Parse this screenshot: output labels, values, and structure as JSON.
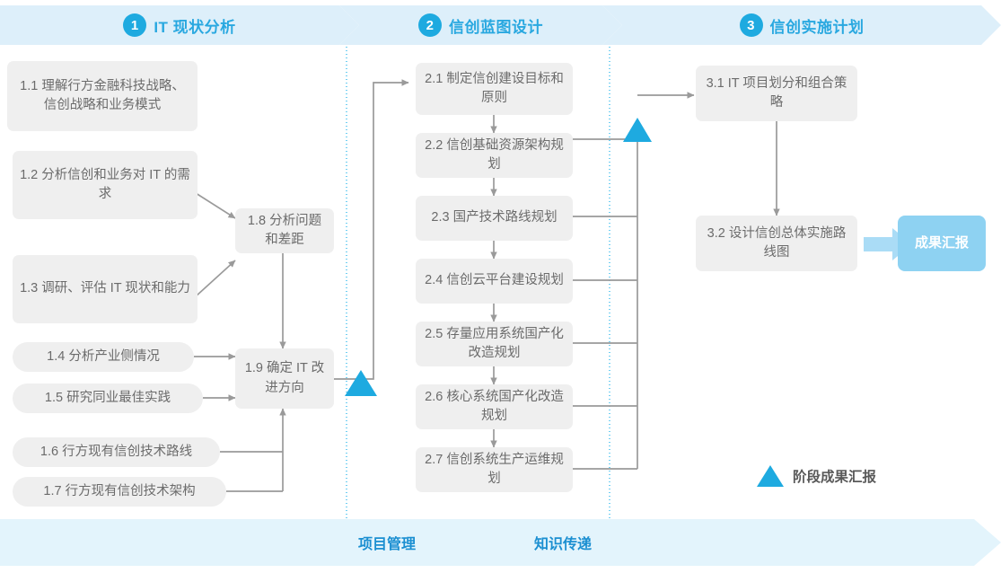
{
  "phases": [
    {
      "number": "1",
      "title": "IT 现状分析"
    },
    {
      "number": "2",
      "title": "信创蓝图设计"
    },
    {
      "number": "3",
      "title": "信创实施计划"
    }
  ],
  "phase1_nodes": [
    {
      "id": "1.1",
      "text": "1.1 理解行方金融科技战略、信创战略和业务模式"
    },
    {
      "id": "1.2",
      "text": "1.2 分析信创和业务对 IT 的需求"
    },
    {
      "id": "1.3",
      "text": "1.3 调研、评估 IT 现状和能力"
    },
    {
      "id": "1.4",
      "text": "1.4 分析产业侧情况"
    },
    {
      "id": "1.5",
      "text": "1.5 研究同业最佳实践"
    },
    {
      "id": "1.6",
      "text": "1.6 行方现有信创技术路线"
    },
    {
      "id": "1.7",
      "text": "1.7 行方现有信创技术架构"
    },
    {
      "id": "1.8",
      "text": "1.8 分析问题和差距"
    },
    {
      "id": "1.9",
      "text": "1.9 确定 IT 改进方向"
    }
  ],
  "phase2_nodes": [
    {
      "id": "2.1",
      "text": "2.1 制定信创建设目标和原则"
    },
    {
      "id": "2.2",
      "text": "2.2 信创基础资源架构规划"
    },
    {
      "id": "2.3",
      "text": "2.3 国产技术路线规划"
    },
    {
      "id": "2.4",
      "text": "2.4 信创云平台建设规划"
    },
    {
      "id": "2.5",
      "text": "2.5 存量应用系统国产化改造规划"
    },
    {
      "id": "2.6",
      "text": "2.6 核心系统国产化改造规划"
    },
    {
      "id": "2.7",
      "text": "2.7 信创系统生产运维规划"
    }
  ],
  "phase3_nodes": [
    {
      "id": "3.1",
      "text": "3.1 IT 项目划分和组合策略"
    },
    {
      "id": "3.2",
      "text": "3.2 设计信创总体实施路线图"
    }
  ],
  "result_badge": {
    "text": "成果汇报"
  },
  "legend": {
    "label": "阶段成果汇报",
    "marker": "triangle-marker"
  },
  "bottom_band": {
    "labels": [
      "项目管理",
      "知识传递"
    ]
  },
  "colors": {
    "accent": "#1eaae0",
    "header_band": "#ddeffa",
    "title_text": "#29a8e0",
    "node_fill": "#efefef",
    "node_text": "#6b6b6b",
    "badge_fill": "#8ed2f2",
    "connector": "#9a9a9a",
    "divider": "#4fc3ef",
    "band_fill": "#e3f4fc"
  }
}
